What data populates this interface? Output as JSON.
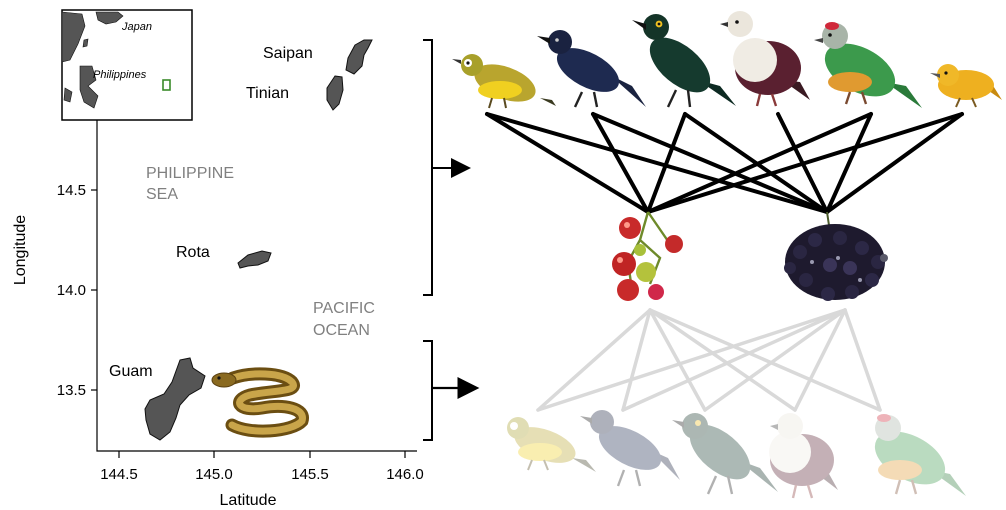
{
  "map": {
    "x_axis_title": "Latitude",
    "y_axis_title": "Longitude",
    "x_ticks": [
      "144.5",
      "145.0",
      "145.5",
      "146.0"
    ],
    "y_ticks": [
      "14.5",
      "14.0",
      "13.5"
    ],
    "islands": {
      "saipan": "Saipan",
      "tinian": "Tinian",
      "rota": "Rota",
      "guam": "Guam"
    },
    "sea_labels": {
      "philippine_line1": "PHILIPPINE",
      "philippine_line2": "SEA",
      "pacific_line1": "PACIFIC",
      "pacific_line2": "OCEAN"
    },
    "inset": {
      "japan": "Japan",
      "philippines": "Philippines"
    }
  },
  "colors": {
    "land": "#555555",
    "sea_text": "#808080",
    "faded_lines": "#d9d9d9",
    "inset_box": "#3a8a2a"
  }
}
